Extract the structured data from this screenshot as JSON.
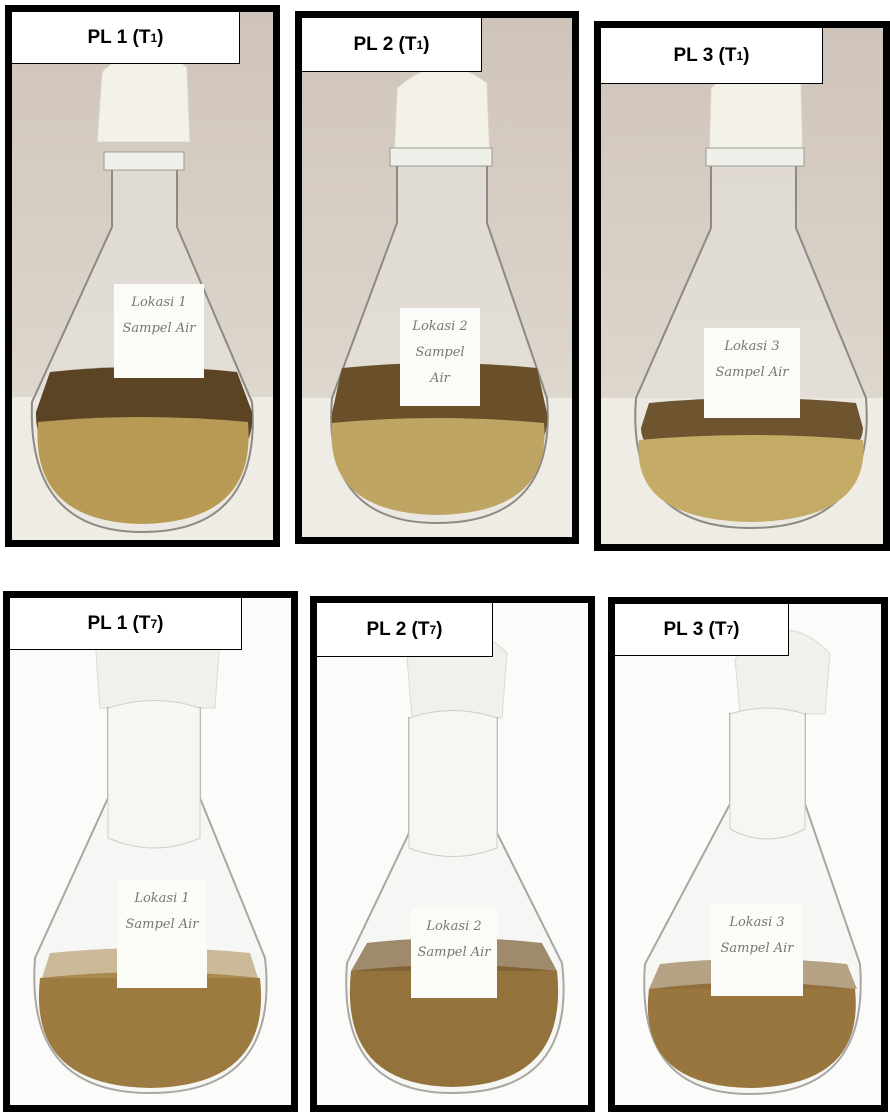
{
  "panels": [
    {
      "id": "pl1-t1",
      "caption": {
        "main": "PL 1 (T",
        "sub": "1",
        "close": ")"
      },
      "tag": {
        "line1": "Lokasi 1",
        "line2": "Sampel Air"
      },
      "liquid_color": "#b89a55"
    },
    {
      "id": "pl2-t1",
      "caption": {
        "main": "PL 2 (T",
        "sub": "1",
        "close": ")"
      },
      "tag": {
        "line1": "Lokasi 2",
        "line2": "Sampel Air"
      },
      "liquid_color": "#bfa563"
    },
    {
      "id": "pl3-t1",
      "caption": {
        "main": "PL 3 (T",
        "sub": "1",
        "close": ")"
      },
      "tag": {
        "line1": "Lokasi 3",
        "line2": "Sampel Air"
      },
      "liquid_color": "#c4ab66"
    },
    {
      "id": "pl1-t7",
      "caption": {
        "main": "PL 1 (T",
        "sub": "7",
        "close": ")"
      },
      "tag": {
        "line1": "Lokasi 1",
        "line2": "Sampel Air"
      },
      "liquid_color": "#9c7a40"
    },
    {
      "id": "pl2-t7",
      "caption": {
        "main": "PL 2 (T",
        "sub": "7",
        "close": ")"
      },
      "tag": {
        "line1": "Lokasi 2",
        "line2": "Sampel Air"
      },
      "liquid_color": "#94723b"
    },
    {
      "id": "pl3-t7",
      "caption": {
        "main": "PL 3 (T",
        "sub": "7",
        "close": ")"
      },
      "tag": {
        "line1": "Lokasi 3",
        "line2": "Sampel Air"
      },
      "liquid_color": "#98763e"
    }
  ],
  "colors": {
    "border": "#000000",
    "bg_top": "#d9d0c6",
    "bg_bottom": "#ffffff",
    "cotton": "#f3f1ea",
    "dark_film": "#3a2a16"
  }
}
